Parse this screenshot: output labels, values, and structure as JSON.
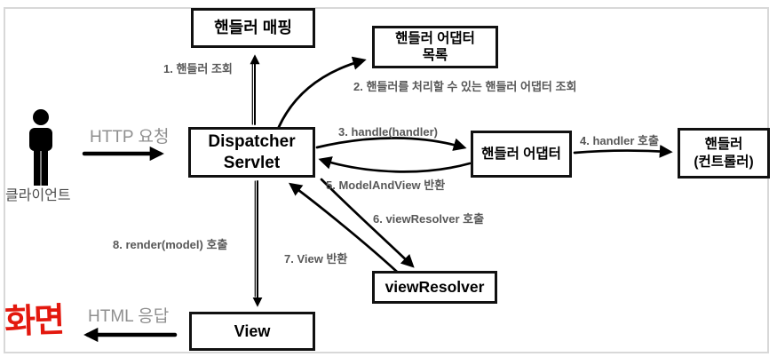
{
  "client": {
    "label": "클라이언트"
  },
  "screen_note": {
    "text": "화면",
    "color": "#e3180e"
  },
  "io_labels": {
    "http_request": "HTTP 요청",
    "html_response": "HTML 응답"
  },
  "boxes": [
    {
      "id": "handler-mapping",
      "label": "핸들러 매핑"
    },
    {
      "id": "handler-adapter-list",
      "label": "핸들러 어댑터\n목록"
    },
    {
      "id": "dispatcher-servlet",
      "label": "Dispatcher\nServlet"
    },
    {
      "id": "handler-adapter",
      "label": "핸들러 어댑터"
    },
    {
      "id": "handler-controller",
      "label": "핸들러\n(컨트롤러)"
    },
    {
      "id": "view-resolver",
      "label": "viewResolver"
    },
    {
      "id": "view",
      "label": "View"
    }
  ],
  "steps": [
    "1. 핸들러 조회",
    "2. 핸들러를 처리할 수 있는 핸들러 어댑터 조회",
    "3. handle(handler)",
    "4. handler 호출",
    "5. ModelAndView 반환",
    "6. viewResolver 호출",
    "7. View 반환",
    "8. render(model) 호출"
  ],
  "colors": {
    "box_border": "#111111",
    "step_label": "#585858",
    "muted_label": "#8f8f8f",
    "arrow": "#000000",
    "frame_border": "#d8d8d8",
    "accent_red": "#e3180e"
  }
}
